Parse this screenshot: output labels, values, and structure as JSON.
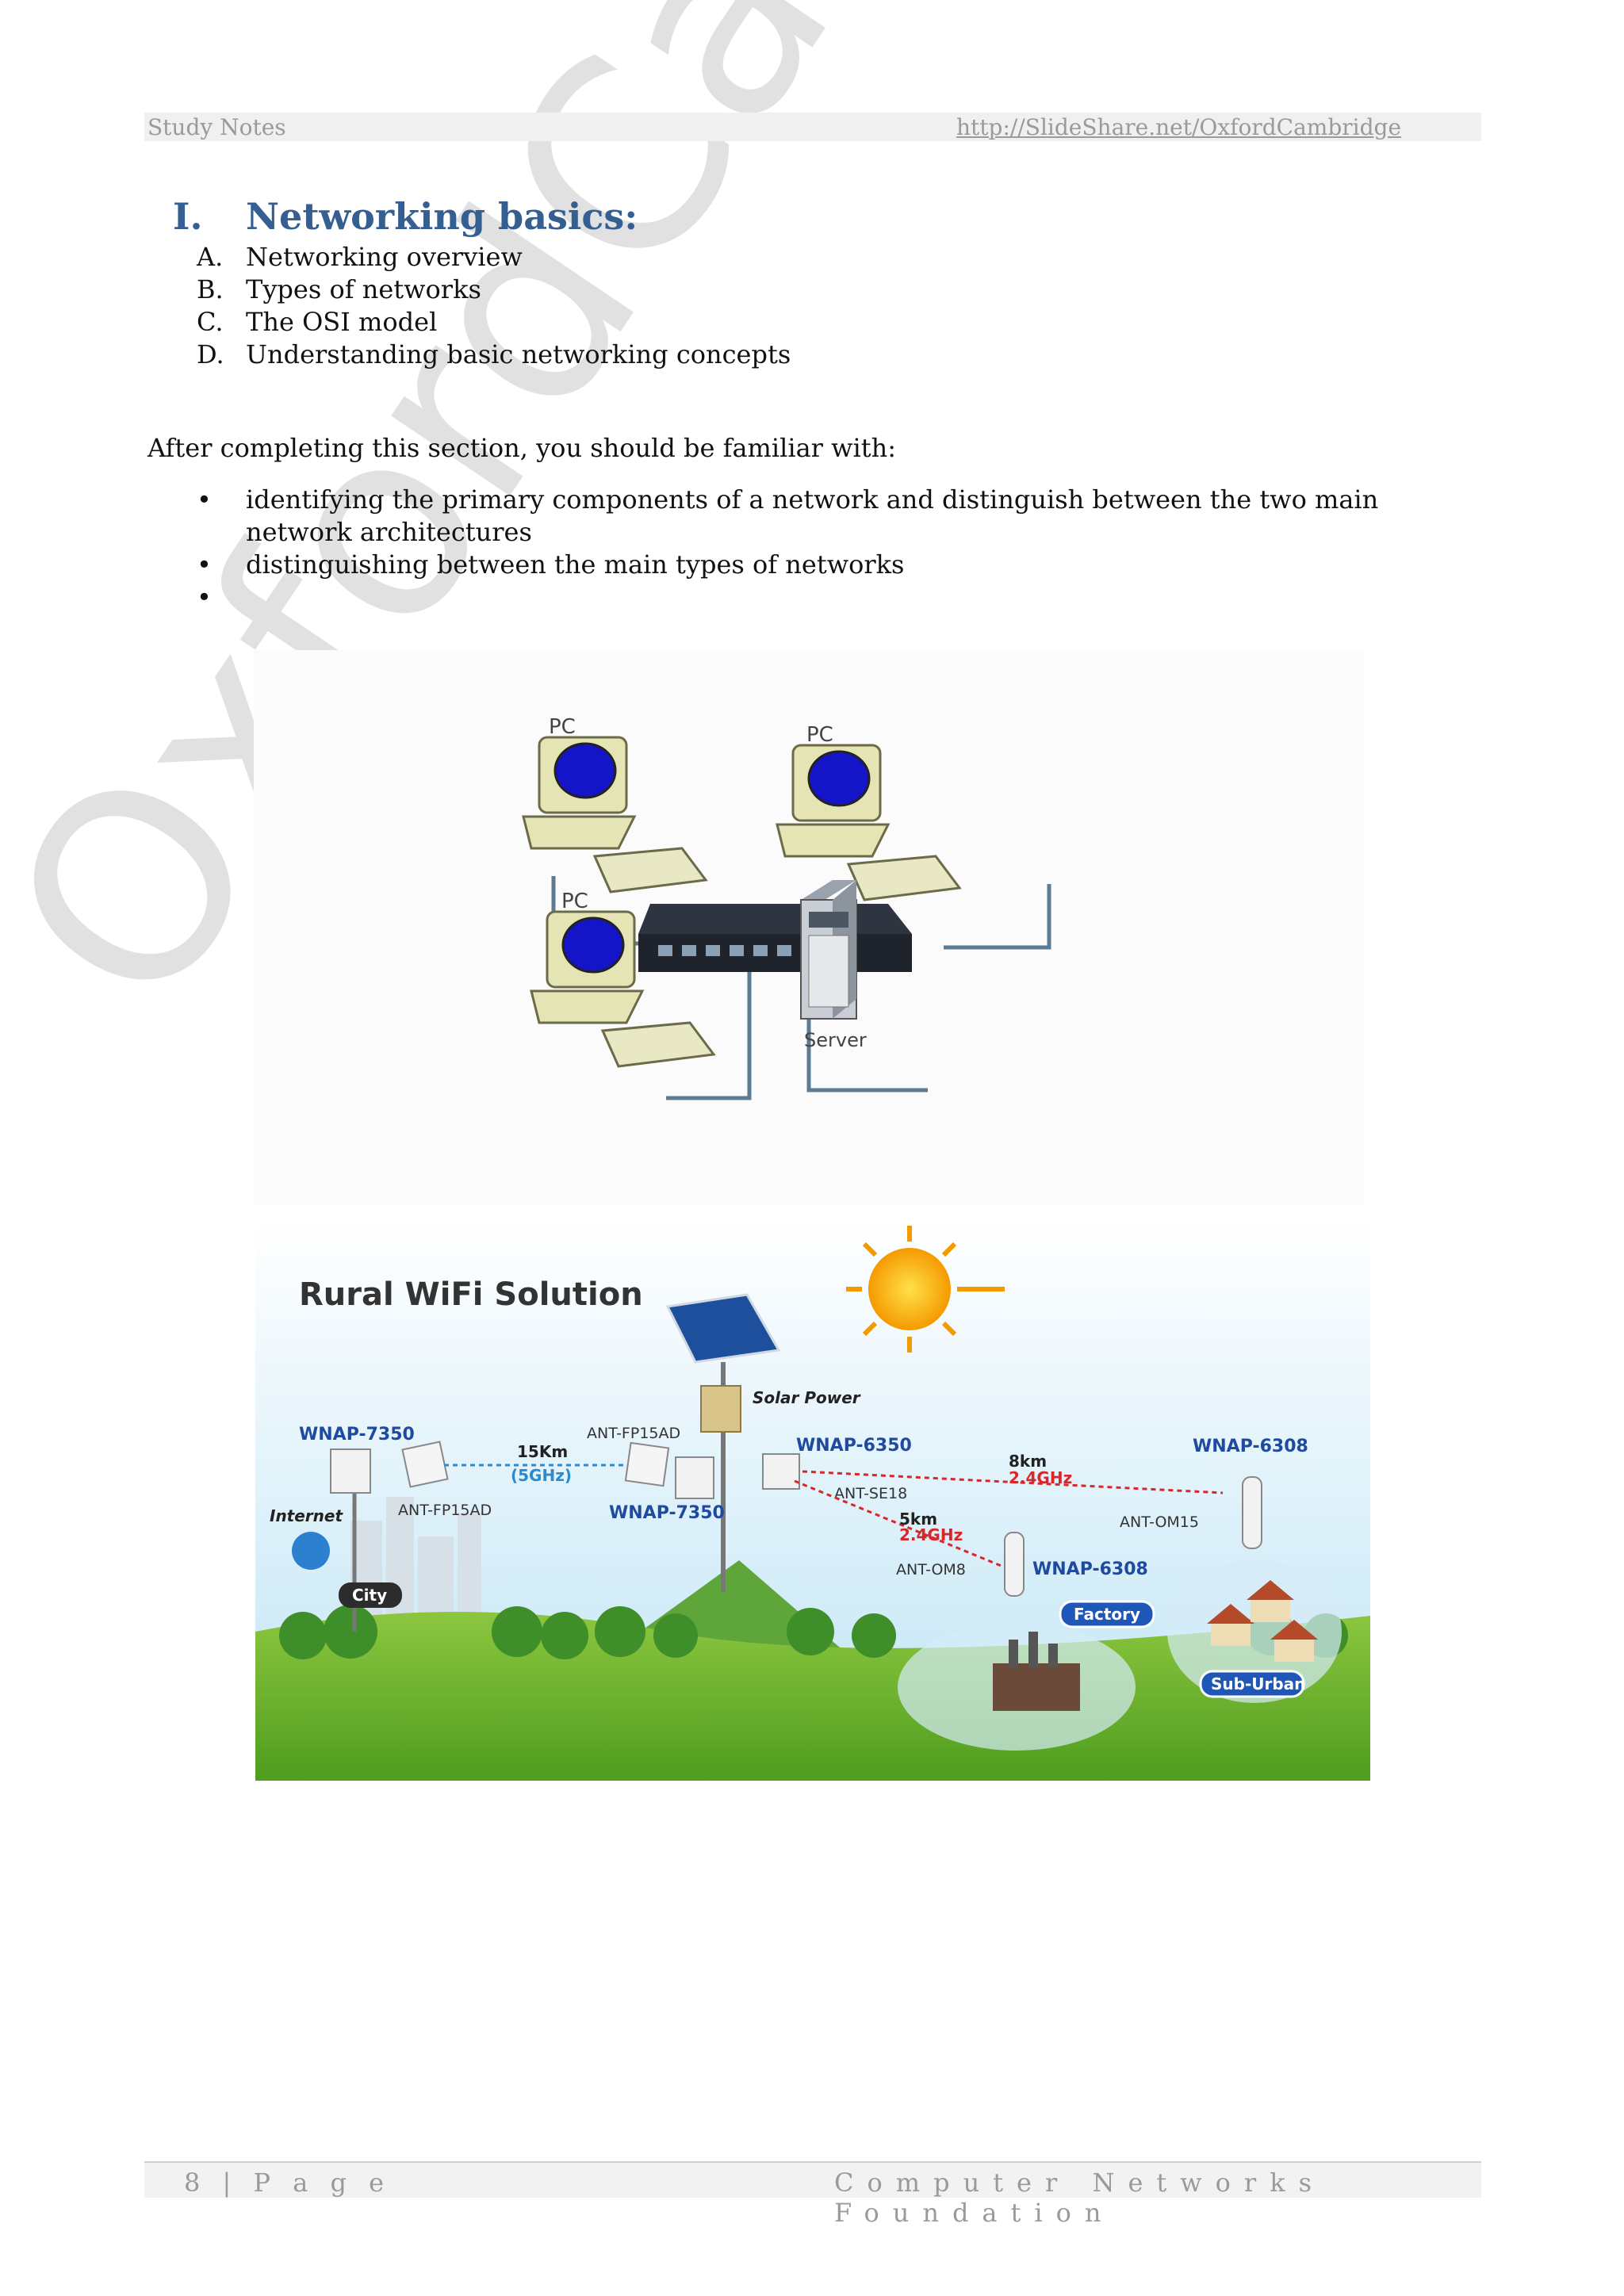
{
  "header": {
    "left": "Study Notes",
    "right": "http://SlideShare.net/OxfordCambridge"
  },
  "section": {
    "number": "I.",
    "title": "Networking basics:",
    "outline": [
      {
        "letter": "A.",
        "text": "Networking overview"
      },
      {
        "letter": "B.",
        "text": "Types of networks"
      },
      {
        "letter": "C.",
        "text": "The OSI model"
      },
      {
        "letter": "D.",
        "text": "Understanding basic networking concepts"
      }
    ]
  },
  "intro": "After completing this section, you should be familiar with:",
  "bullets": [
    "identifying the primary components of a network and distinguish between the two main network architectures",
    "distinguishing between the main types of networks",
    ""
  ],
  "watermark": "OxfordCambridge.Org",
  "network_diagram": {
    "pc_labels": [
      "PC",
      "PC",
      "PC"
    ],
    "server_label": "Server"
  },
  "wifi_diagram": {
    "title": "Rural WiFi Solution",
    "solar_label": "Solar Power",
    "labels": {
      "wnap7350_left": "WNAP-7350",
      "wnap7350_mid": "WNAP-7350",
      "wnap6350": "WNAP-6350",
      "wnap6308_right": "WNAP-6308",
      "wnap6308_factory": "WNAP-6308",
      "ant_fp15ad_left": "ANT-FP15AD",
      "ant_fp15ad_mid": "ANT-FP15AD",
      "ant_se18": "ANT-SE18",
      "ant_om15": "ANT-OM15",
      "ant_om8": "ANT-OM8",
      "internet": "Internet",
      "city": "City",
      "factory": "Factory",
      "suburban": "Sub-Urban",
      "link1_dist": "15Km",
      "link1_freq": "(5GHz)",
      "link2_dist": "8km",
      "link2_freq": "2.4GHz",
      "link3_dist": "5km",
      "link3_freq": "2.4GHz"
    }
  },
  "footer": {
    "left": "8 | P a g e",
    "right": "Computer Networks Foundation"
  },
  "colors": {
    "heading": "#365f91",
    "header_text": "#9a9a9a",
    "wifi_label_blue": "#1e4aa0",
    "wifi_link_red": "#d8262b",
    "wifi_link_blue": "#2c8ad0"
  }
}
